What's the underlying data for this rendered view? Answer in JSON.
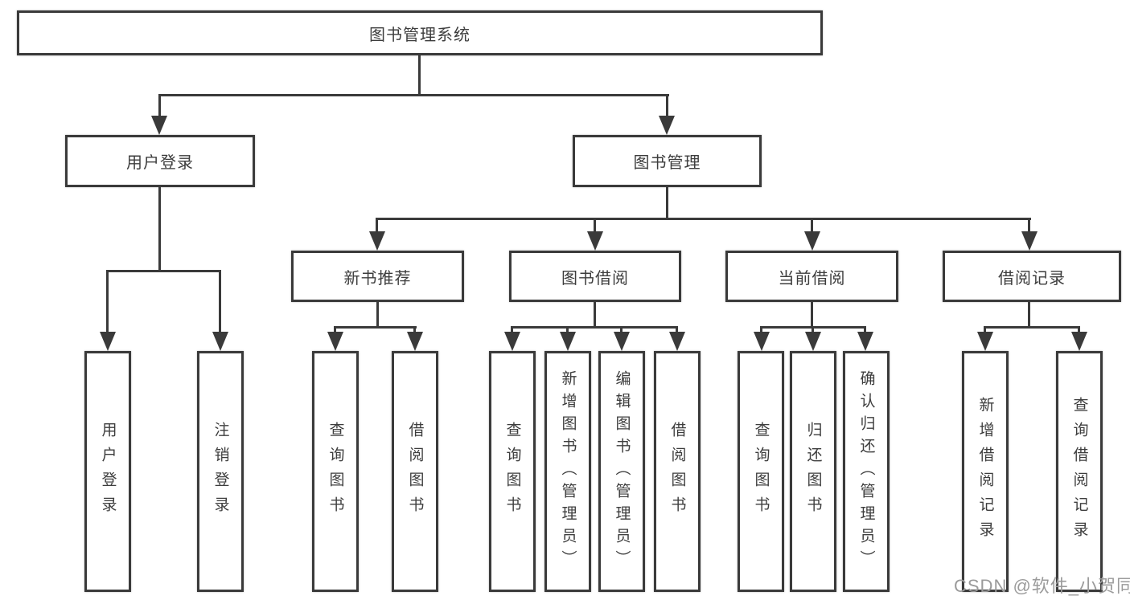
{
  "diagram_type": "hierarchy-tree",
  "tree": {
    "root": "图书管理系统",
    "children": [
      {
        "label": "用户登录",
        "children": [
          "用户登录",
          "注销登录"
        ]
      },
      {
        "label": "图书管理",
        "children": [
          {
            "label": "新书推荐",
            "children": [
              "查询图书",
              "借阅图书"
            ]
          },
          {
            "label": "图书借阅",
            "children": [
              "查询图书",
              "新增图书（管理员）",
              "编辑图书（管理员）",
              "借阅图书"
            ]
          },
          {
            "label": "当前借阅",
            "children": [
              "查询图书",
              "归还图书",
              "确认归还（管理员）"
            ]
          },
          {
            "label": "借阅记录",
            "children": [
              "新增借阅记录",
              "查询借阅记录"
            ]
          }
        ]
      }
    ]
  },
  "watermark": "CSDN @软件_小贺同学",
  "colors": {
    "line": "#3a3a3a",
    "text": "#3d3d3d",
    "background": "#ffffff",
    "watermark": "#9b9b9b"
  }
}
